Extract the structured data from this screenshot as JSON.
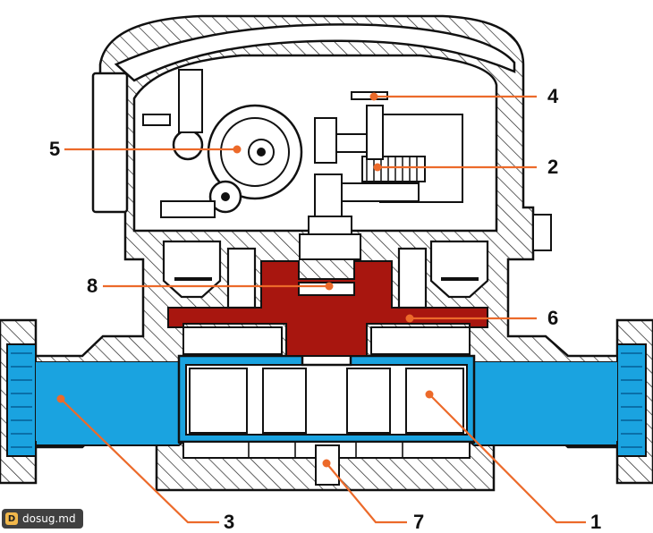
{
  "colors": {
    "water": "#1aa3e0",
    "water_dark": "#0a6fa8",
    "impeller_housing": "#a8160f",
    "leader": "#ec6a2a",
    "outline": "#111111",
    "hatch": "#222222"
  },
  "callouts": [
    {
      "id": "1",
      "label": "1"
    },
    {
      "id": "2",
      "label": "2"
    },
    {
      "id": "3",
      "label": "3"
    },
    {
      "id": "4",
      "label": "4"
    },
    {
      "id": "5",
      "label": "5"
    },
    {
      "id": "6",
      "label": "6"
    },
    {
      "id": "7",
      "label": "7"
    },
    {
      "id": "8",
      "label": "8"
    }
  ],
  "watermark": {
    "text": "dosug.md",
    "icon": "dosug-logo-icon"
  }
}
